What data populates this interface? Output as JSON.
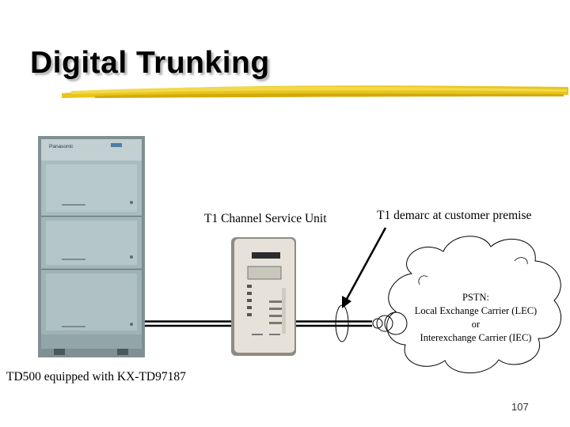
{
  "slide": {
    "title": "Digital Trunking",
    "page_number": "107"
  },
  "labels": {
    "pbx": "TD500 equipped with KX-TD97187",
    "csu": "T1 Channel Service Unit",
    "demarc": "T1 demarc at customer premise"
  },
  "cloud": {
    "line1": "PSTN:",
    "line2": "Local Exchange Carrier (LEC)",
    "line3": "or",
    "line4": "Interexchange Carrier (IEC)"
  },
  "pbx_device": {
    "brand": "Panasonic",
    "colors": {
      "body": "#9fb3b6",
      "panel": "#b4c5c7",
      "base": "#5d6d70"
    }
  },
  "colors": {
    "title_underline": "#e8c51a",
    "line": "#000000",
    "csu_body": "#e6e2d9"
  }
}
